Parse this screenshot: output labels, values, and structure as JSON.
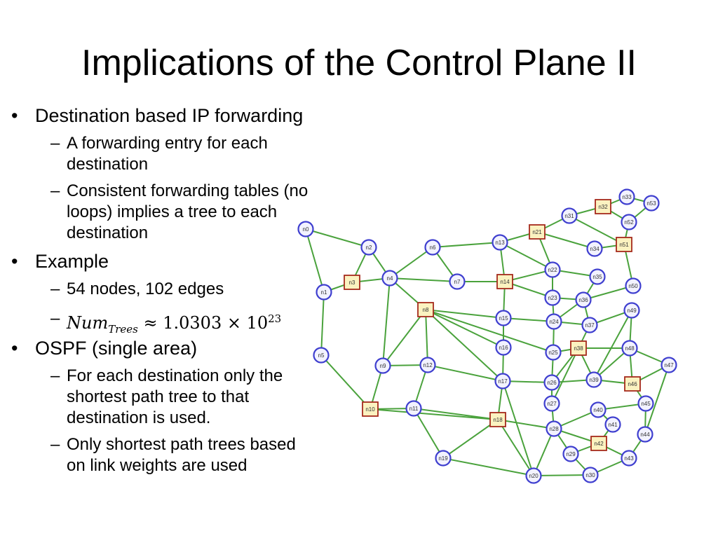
{
  "slide": {
    "title": "Implications of the Control Plane II",
    "bullets": [
      {
        "text": "Destination based IP forwarding",
        "subs": [
          {
            "lines": [
              "A forwarding entry for each",
              "destination"
            ]
          },
          {
            "lines": [
              "Consistent forwarding tables (no",
              "loops) implies a tree to each",
              "destination"
            ]
          }
        ]
      },
      {
        "text": "Example",
        "subs": [
          {
            "lines": [
              "54 nodes, 102 edges"
            ]
          },
          {
            "math": {
              "base": "Num",
              "sub": "Trees",
              "rel": "≈ 1.0303 × 10",
              "sup": "23"
            }
          }
        ]
      },
      {
        "text": "OSPF (single area)",
        "subs": [
          {
            "lines": [
              "For each destination only the",
              "shortest path tree to that",
              "destination is used."
            ]
          },
          {
            "lines": [
              "Only shortest path trees based",
              "on link weights are used"
            ]
          }
        ]
      }
    ]
  },
  "graph": {
    "colors": {
      "edge": "#4aa23c",
      "circle_stroke": "#3f3fcf",
      "square_stroke": "#a52a1c",
      "square_fill": "#fbf2c0"
    },
    "nodes": [
      {
        "id": "n0",
        "shape": "circle"
      },
      {
        "id": "n1",
        "shape": "circle"
      },
      {
        "id": "n2",
        "shape": "circle"
      },
      {
        "id": "n3",
        "shape": "square"
      },
      {
        "id": "n4",
        "shape": "circle"
      },
      {
        "id": "n5",
        "shape": "circle"
      },
      {
        "id": "n6",
        "shape": "circle"
      },
      {
        "id": "n7",
        "shape": "circle"
      },
      {
        "id": "n8",
        "shape": "square"
      },
      {
        "id": "n9",
        "shape": "circle"
      },
      {
        "id": "n10",
        "shape": "square"
      },
      {
        "id": "n11",
        "shape": "circle"
      },
      {
        "id": "n12",
        "shape": "circle"
      },
      {
        "id": "n13",
        "shape": "circle"
      },
      {
        "id": "n14",
        "shape": "square"
      },
      {
        "id": "n15",
        "shape": "circle"
      },
      {
        "id": "n16",
        "shape": "circle"
      },
      {
        "id": "n17",
        "shape": "circle"
      },
      {
        "id": "n18",
        "shape": "square"
      },
      {
        "id": "n19",
        "shape": "circle"
      },
      {
        "id": "n20",
        "shape": "circle"
      },
      {
        "id": "n21",
        "shape": "square"
      },
      {
        "id": "n22",
        "shape": "circle"
      },
      {
        "id": "n23",
        "shape": "circle"
      },
      {
        "id": "n24",
        "shape": "circle"
      },
      {
        "id": "n25",
        "shape": "circle"
      },
      {
        "id": "n26",
        "shape": "circle"
      },
      {
        "id": "n27",
        "shape": "circle"
      },
      {
        "id": "n28",
        "shape": "circle"
      },
      {
        "id": "n29",
        "shape": "circle"
      },
      {
        "id": "n30",
        "shape": "circle"
      },
      {
        "id": "n31",
        "shape": "circle"
      },
      {
        "id": "n32",
        "shape": "square"
      },
      {
        "id": "n33",
        "shape": "circle"
      },
      {
        "id": "n34",
        "shape": "circle"
      },
      {
        "id": "n35",
        "shape": "circle"
      },
      {
        "id": "n36",
        "shape": "circle"
      },
      {
        "id": "n37",
        "shape": "circle"
      },
      {
        "id": "n38",
        "shape": "square"
      },
      {
        "id": "n39",
        "shape": "circle"
      },
      {
        "id": "n40",
        "shape": "circle"
      },
      {
        "id": "n41",
        "shape": "circle"
      },
      {
        "id": "n42",
        "shape": "square"
      },
      {
        "id": "n43",
        "shape": "circle"
      },
      {
        "id": "n44",
        "shape": "circle"
      },
      {
        "id": "n45",
        "shape": "circle"
      },
      {
        "id": "n46",
        "shape": "square"
      },
      {
        "id": "n47",
        "shape": "circle"
      },
      {
        "id": "n48",
        "shape": "circle"
      },
      {
        "id": "n49",
        "shape": "circle"
      },
      {
        "id": "n50",
        "shape": "circle"
      },
      {
        "id": "n51",
        "shape": "square"
      },
      {
        "id": "n52",
        "shape": "circle"
      },
      {
        "id": "n53",
        "shape": "circle"
      }
    ],
    "edges": [
      [
        "n0",
        "n2"
      ],
      [
        "n0",
        "n1"
      ],
      [
        "n1",
        "n3"
      ],
      [
        "n1",
        "n5"
      ],
      [
        "n2",
        "n3"
      ],
      [
        "n3",
        "n4"
      ],
      [
        "n2",
        "n4"
      ],
      [
        "n4",
        "n6"
      ],
      [
        "n4",
        "n7"
      ],
      [
        "n4",
        "n8"
      ],
      [
        "n4",
        "n9"
      ],
      [
        "n5",
        "n10"
      ],
      [
        "n6",
        "n7"
      ],
      [
        "n6",
        "n13"
      ],
      [
        "n7",
        "n14"
      ],
      [
        "n8",
        "n9"
      ],
      [
        "n8",
        "n12"
      ],
      [
        "n8",
        "n15"
      ],
      [
        "n8",
        "n16"
      ],
      [
        "n8",
        "n17"
      ],
      [
        "n8",
        "n25"
      ],
      [
        "n9",
        "n10"
      ],
      [
        "n9",
        "n12"
      ],
      [
        "n10",
        "n11"
      ],
      [
        "n10",
        "n18"
      ],
      [
        "n11",
        "n12"
      ],
      [
        "n11",
        "n19"
      ],
      [
        "n12",
        "n17"
      ],
      [
        "n13",
        "n14"
      ],
      [
        "n13",
        "n21"
      ],
      [
        "n13",
        "n22"
      ],
      [
        "n14",
        "n15"
      ],
      [
        "n14",
        "n22"
      ],
      [
        "n14",
        "n23"
      ],
      [
        "n15",
        "n24"
      ],
      [
        "n16",
        "n17"
      ],
      [
        "n17",
        "n18"
      ],
      [
        "n17",
        "n20"
      ],
      [
        "n17",
        "n26"
      ],
      [
        "n18",
        "n19"
      ],
      [
        "n18",
        "n20"
      ],
      [
        "n18",
        "n28"
      ],
      [
        "n19",
        "n20"
      ],
      [
        "n20",
        "n28"
      ],
      [
        "n20",
        "n30"
      ],
      [
        "n21",
        "n22"
      ],
      [
        "n21",
        "n31"
      ],
      [
        "n21",
        "n34"
      ],
      [
        "n22",
        "n23"
      ],
      [
        "n22",
        "n35"
      ],
      [
        "n23",
        "n24"
      ],
      [
        "n23",
        "n36"
      ],
      [
        "n24",
        "n25"
      ],
      [
        "n24",
        "n36"
      ],
      [
        "n24",
        "n37"
      ],
      [
        "n25",
        "n26"
      ],
      [
        "n25",
        "n38"
      ],
      [
        "n26",
        "n27"
      ],
      [
        "n26",
        "n39"
      ],
      [
        "n27",
        "n28"
      ],
      [
        "n27",
        "n38"
      ],
      [
        "n28",
        "n29"
      ],
      [
        "n28",
        "n40"
      ],
      [
        "n28",
        "n42"
      ],
      [
        "n29",
        "n30"
      ],
      [
        "n29",
        "n42"
      ],
      [
        "n30",
        "n43"
      ],
      [
        "n31",
        "n32"
      ],
      [
        "n31",
        "n51"
      ],
      [
        "n32",
        "n33"
      ],
      [
        "n32",
        "n52"
      ],
      [
        "n33",
        "n53"
      ],
      [
        "n51",
        "n52"
      ],
      [
        "n52",
        "n53"
      ],
      [
        "n34",
        "n51"
      ],
      [
        "n51",
        "n50"
      ],
      [
        "n35",
        "n36"
      ],
      [
        "n36",
        "n50"
      ],
      [
        "n36",
        "n37"
      ],
      [
        "n37",
        "n49"
      ],
      [
        "n38",
        "n48"
      ],
      [
        "n38",
        "n39"
      ],
      [
        "n39",
        "n46"
      ],
      [
        "n39",
        "n48"
      ],
      [
        "n40",
        "n41"
      ],
      [
        "n40",
        "n45"
      ],
      [
        "n41",
        "n42"
      ],
      [
        "n42",
        "n43"
      ],
      [
        "n43",
        "n44"
      ],
      [
        "n44",
        "n45"
      ],
      [
        "n44",
        "n47"
      ],
      [
        "n45",
        "n46"
      ],
      [
        "n46",
        "n47"
      ],
      [
        "n46",
        "n48"
      ],
      [
        "n48",
        "n47"
      ],
      [
        "n48",
        "n49"
      ],
      [
        "n37",
        "n38"
      ],
      [
        "n26",
        "n38"
      ],
      [
        "n49",
        "n39"
      ],
      [
        "n11",
        "n18"
      ],
      [
        "n16",
        "n15"
      ]
    ]
  }
}
